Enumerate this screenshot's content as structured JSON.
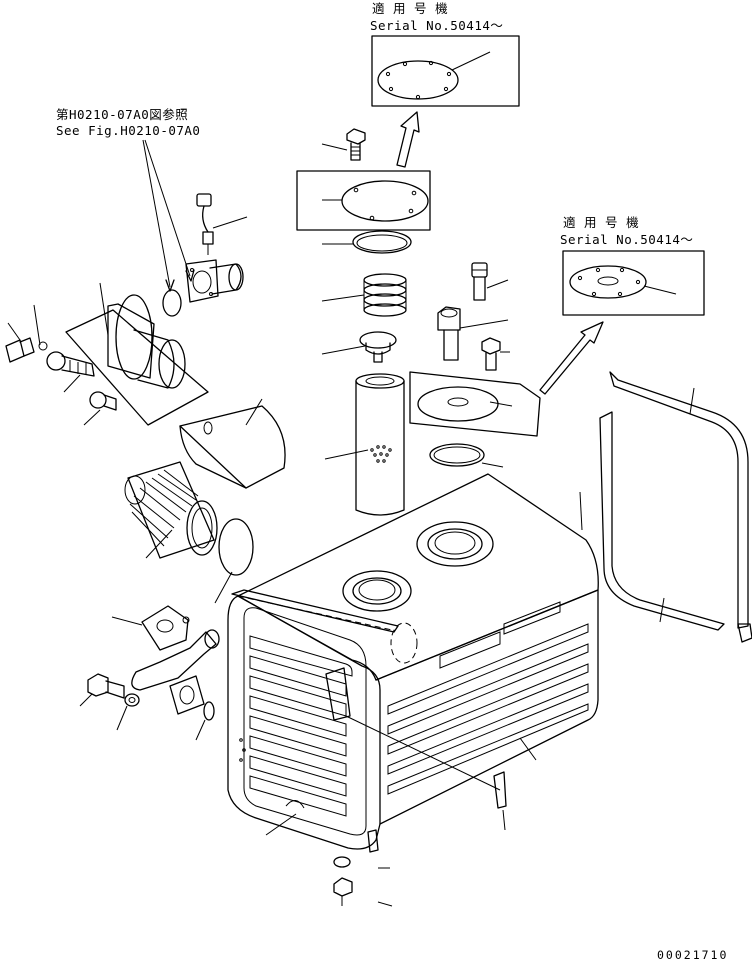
{
  "notes": {
    "top_serial": {
      "line1": "適 用 号 機",
      "line2": "Serial No.50414～"
    },
    "right_serial": {
      "line1": "適 用 号 機",
      "line2": "Serial No.50414～"
    },
    "see_figure": {
      "line1": "第H0210-07A0図参照",
      "line2": "See Fig.H0210-07A0"
    }
  },
  "drawing_number": "00021710"
}
